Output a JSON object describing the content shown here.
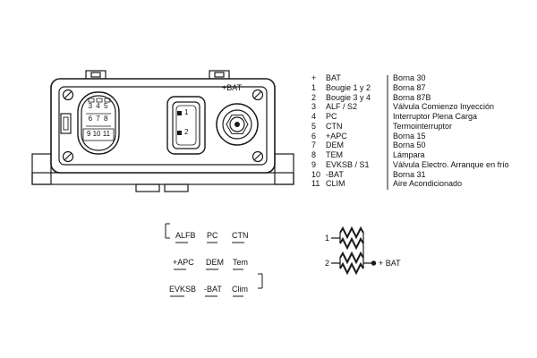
{
  "unit": {
    "bat_label": "+BAT",
    "oval_pins": {
      "row1": "3 4 5",
      "row2": "6 7 8",
      "row3": "9 10 11"
    },
    "mid_pins": {
      "pin1": "1",
      "pin2": "2"
    }
  },
  "legend": {
    "rows": [
      {
        "sym": "+",
        "name": "BAT",
        "desc": "Borna 30"
      },
      {
        "sym": "1",
        "name": "Bougie 1 y 2",
        "desc": "Borna 87"
      },
      {
        "sym": "2",
        "name": "Bougie 3 y 4",
        "desc": "Borna 87B"
      },
      {
        "sym": "3",
        "name": "ALF / S2",
        "desc": "Válvula Comienzo Inyección"
      },
      {
        "sym": "4",
        "name": "PC",
        "desc": "Interruptor Plena Carga"
      },
      {
        "sym": "5",
        "name": "CTN",
        "desc": "Termointerruptor"
      },
      {
        "sym": "6",
        "name": "+APC",
        "desc": "Borna 15"
      },
      {
        "sym": "7",
        "name": "DEM",
        "desc": "Borna 50"
      },
      {
        "sym": "8",
        "name": "TEM",
        "desc": "Lámpara"
      },
      {
        "sym": "9",
        "name": "EVKSB / S1",
        "desc": "Válvula Electro. Arranque en frío"
      },
      {
        "sym": "10",
        "name": "-BAT",
        "desc": "Borna 31"
      },
      {
        "sym": "11",
        "name": "CLIM",
        "desc": "Aire Acondicionado"
      }
    ]
  },
  "pin_grid": {
    "rows": [
      [
        "ALFB",
        "PC",
        "CTN"
      ],
      [
        "+APC",
        "DEM",
        "Tem"
      ],
      [
        "EVKSB",
        "-BAT",
        "Clim"
      ]
    ]
  },
  "schematic": {
    "out1": "1",
    "out2": "2",
    "bat": "+ BAT"
  }
}
